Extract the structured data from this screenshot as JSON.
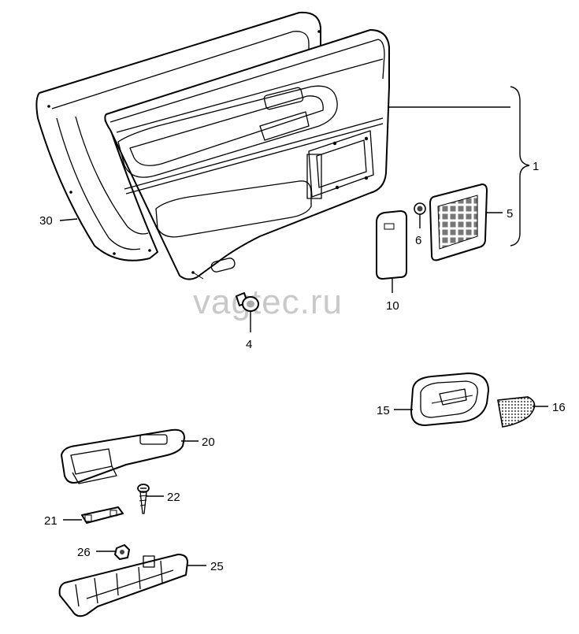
{
  "watermark": "vagtec.ru",
  "callouts": {
    "c1": "1",
    "c4": "4",
    "c5": "5",
    "c6": "6",
    "c10": "10",
    "c15": "15",
    "c16": "16",
    "c20": "20",
    "c21": "21",
    "c22": "22",
    "c25": "25",
    "c26": "26",
    "c30": "30"
  }
}
